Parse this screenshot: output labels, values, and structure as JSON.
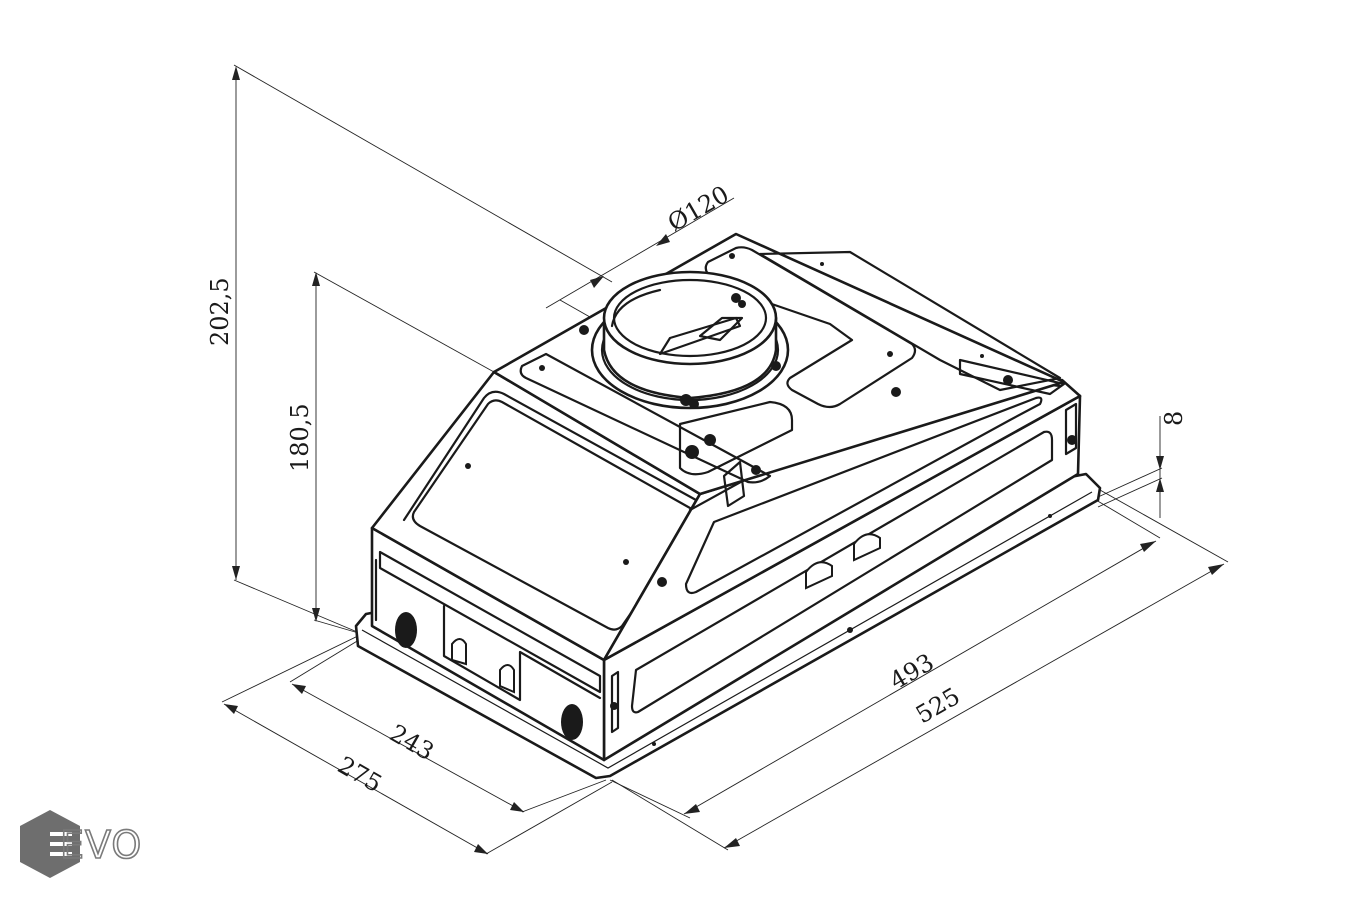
{
  "brand": {
    "logo_text": "EVO",
    "logo_color": "#6e6e6e"
  },
  "dimensions": {
    "total_height": "202,5",
    "body_height": "180,5",
    "duct_diameter": "Ø120",
    "flange": "8",
    "inner_width": "493",
    "outer_width": "525",
    "inner_depth": "243",
    "outer_depth": "275"
  },
  "colors": {
    "line": "#1a1a1a",
    "background": "#ffffff"
  }
}
